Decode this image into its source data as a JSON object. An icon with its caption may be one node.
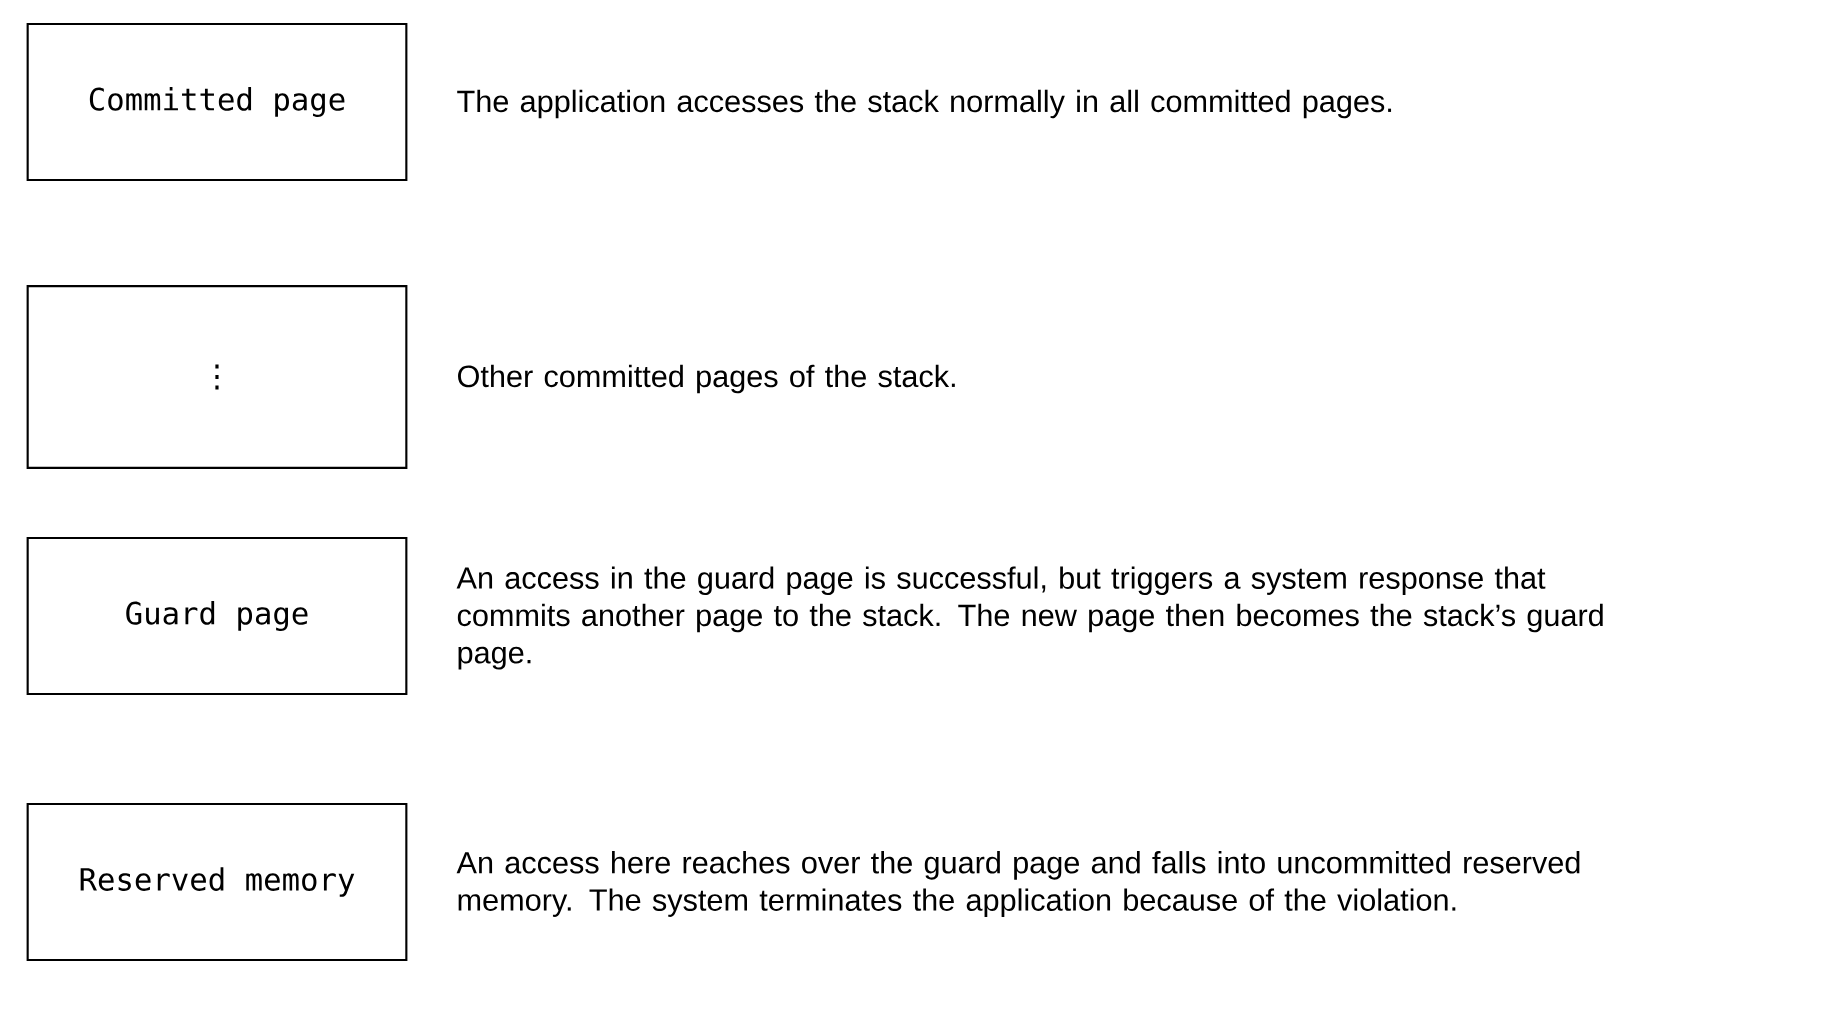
{
  "diagram": {
    "nodes": [
      {
        "text": [
          "Committed page"
        ],
        "beside": [
          "The application accesses the stack normally in all committed pages."
        ]
      },
      {
        "text": [
          "⋮"
        ],
        "beside": [
          "Other committed pages of the stack."
        ]
      },
      {
        "text": [
          "Guard page"
        ],
        "beside": [
          "An access in the guard page is successful, but triggers a system response that commits another page to the stack. The new page then becomes the stack’s guard page."
        ]
      },
      {
        "text": [
          "Reserved memory"
        ],
        "beside": [
          "An access here reaches over the guard page and falls into uncommitted reserved memory. The system terminates the application because of the violation."
        ]
      }
    ]
  }
}
